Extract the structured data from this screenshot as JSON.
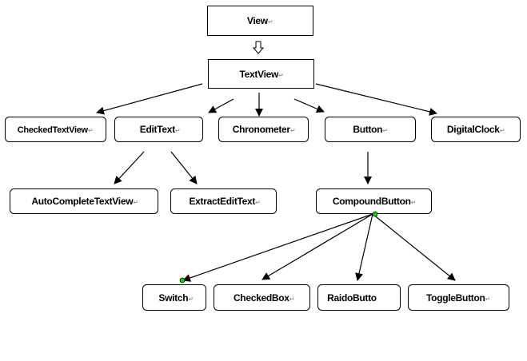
{
  "diagram": {
    "nodes": {
      "view": "View",
      "textview": "TextView",
      "checkedtextview": "CheckedTextView",
      "edittext": "EditText",
      "chronometer": "Chronometer",
      "button": "Button",
      "digitalclock": "DigitalClock",
      "autocompletetextview": "AutoCompleteTextView",
      "extractedittext": "ExtractEditText",
      "compoundbutton": "CompoundButton",
      "switch": "Switch",
      "checkedbox": "CheckedBox",
      "raidobutto": "RaidoButto",
      "togglebutton": "ToggleButton"
    },
    "edges": [
      [
        "View",
        "TextView"
      ],
      [
        "TextView",
        "CheckedTextView"
      ],
      [
        "TextView",
        "EditText"
      ],
      [
        "TextView",
        "Chronometer"
      ],
      [
        "TextView",
        "Button"
      ],
      [
        "TextView",
        "DigitalClock"
      ],
      [
        "EditText",
        "AutoCompleteTextView"
      ],
      [
        "EditText",
        "ExtractEditText"
      ],
      [
        "Button",
        "CompoundButton"
      ],
      [
        "CompoundButton",
        "Switch"
      ],
      [
        "CompoundButton",
        "CheckedBox"
      ],
      [
        "CompoundButton",
        "RaidoButto"
      ],
      [
        "CompoundButton",
        "ToggleButton"
      ]
    ],
    "colors": {
      "handle": "#00e000",
      "line": "#000000"
    }
  }
}
